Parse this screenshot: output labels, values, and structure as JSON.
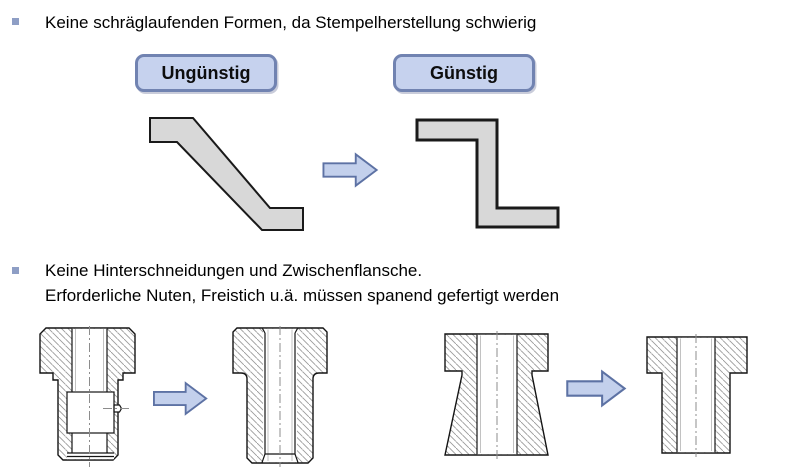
{
  "slide": {
    "bullet1": {
      "text": "Keine schräglaufenden Formen, da Stempelherstellung schwierig"
    },
    "bullet2": {
      "line1": "Keine Hinterschneidungen und Zwischenflansche.",
      "line2": "Erforderliche Nuten, Freistich u.ä. müssen spanend gefertigt werden"
    },
    "labels": {
      "unfavorable": "Ungünstig",
      "favorable": "Günstig"
    },
    "icons": {
      "bullet": "square-bullet",
      "arrow": "block-arrow-right"
    },
    "colors": {
      "label-fill": "#c6d2ee",
      "label-border": "#7183b1",
      "arrow-fill": "#c3d0ec",
      "arrow-border": "#5d72a4",
      "shape-fill": "#d8d8d8",
      "shape-border": "#1a1a1a",
      "bullet-color": "#8e9ec5",
      "hatch-color": "#9a9a9a",
      "centerline-color": "#8c8c8c",
      "text-color": "#000000"
    }
  }
}
